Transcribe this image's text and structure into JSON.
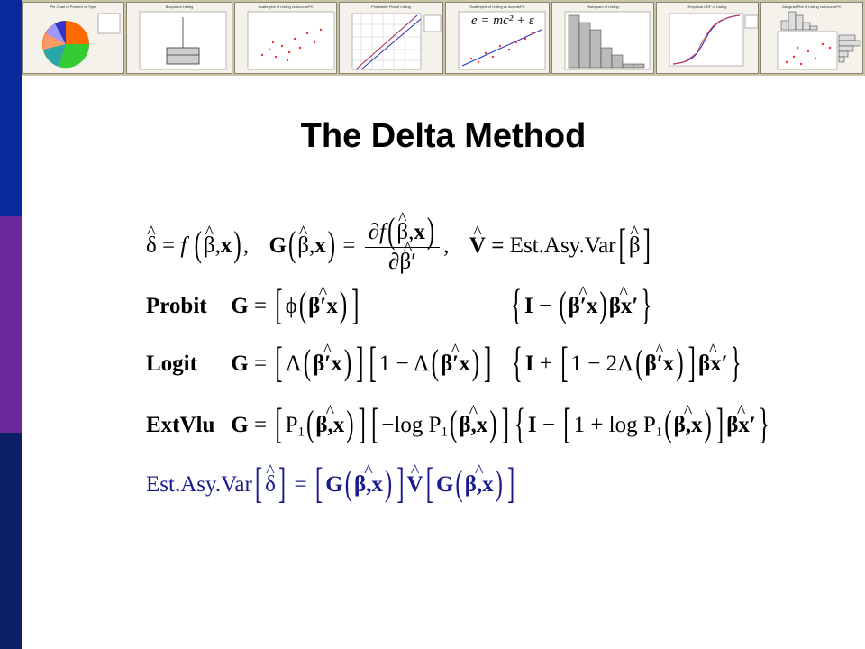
{
  "banner": {
    "thumbnails": [
      {
        "title": "Pie Chart of Percent vs Type"
      },
      {
        "title": "Boxplot of Listing"
      },
      {
        "title": "Scatterplot of Listing vs IncomePC"
      },
      {
        "title": "Probability Plot of Listing"
      },
      {
        "title": "Scatterplot of Listing vs IncomePC"
      },
      {
        "title": "Histogram of Listing"
      },
      {
        "title": "Empirical CDF of Listing"
      },
      {
        "title": "Marginal Plot of Listing vs IncomePC"
      }
    ],
    "inset_formula": "e = mc² + ε"
  },
  "title": "The Delta Method",
  "equations": {
    "row1": {
      "delta_hat": "δ",
      "f": "f",
      "beta": "β",
      "x": "x",
      "G": "G",
      "partial": "∂",
      "comma": ",",
      "V": "V",
      "eq_bold": "=",
      "estasyvar": "Est.Asy.Var",
      "beta_prime": "β′"
    },
    "probit": {
      "label": "Probit",
      "G": "G",
      "phi": "ϕ",
      "bx": "β′x",
      "I": "I",
      "bxp": "βx′"
    },
    "logit": {
      "label": "Logit",
      "G": "G",
      "Lam": "Λ",
      "one": "1",
      "two": "2",
      "bx": "β′x",
      "I": "I",
      "bxp": "βx′"
    },
    "extvlu": {
      "label": "ExtVlu",
      "G": "G",
      "P": "P",
      "sub1": "1",
      "neglog": "−log",
      "log": "log",
      "one": "1",
      "bx": "β,x",
      "I": "I",
      "bxp": "βx′"
    },
    "final": {
      "estasyvar": "Est.Asy.Var",
      "delta": "δ",
      "G": "G",
      "bx": "β,x",
      "V": "V"
    }
  }
}
